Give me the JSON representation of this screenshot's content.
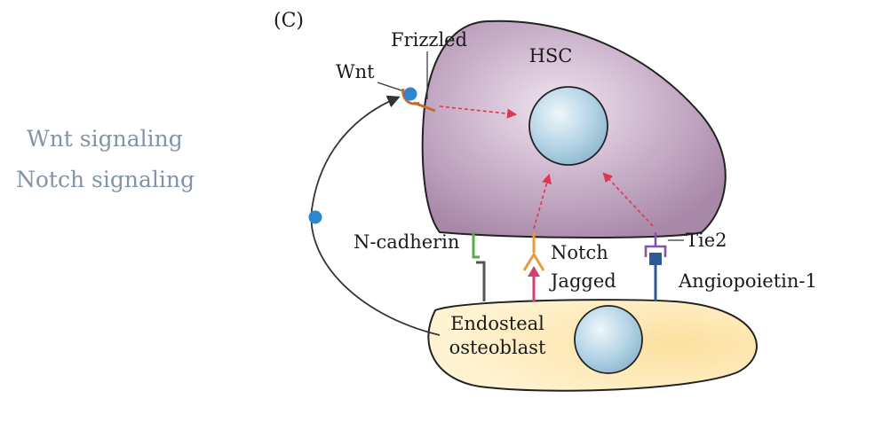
{
  "panel_label": "(C)",
  "side_labels": {
    "wnt_signaling": "Wnt signaling",
    "notch_signaling": "Notch signaling"
  },
  "cells": {
    "hsc": "HSC",
    "osteoblast_line1": "Endosteal",
    "osteoblast_line2": "osteoblast"
  },
  "molecules": {
    "frizzled": "Frizzled",
    "wnt": "Wnt",
    "n_cadherin": "N-cadherin",
    "notch": "Notch",
    "jagged": "Jagged",
    "tie2": "Tie2",
    "angiopoietin": "Angiopoietin-1"
  },
  "colors": {
    "hsc_fill": "#b79ab7",
    "hsc_edge": "#222222",
    "nucleus": "#a9ccdf",
    "osteoblast_fill": "#fbe6a8",
    "wnt_ligand": "#2f86d0",
    "frizzled_receptor": "#c9692a",
    "n_cadherin": "#5daa48",
    "notch_receptor": "#e89a3c",
    "jagged_ligand": "#d4406a",
    "tie2_receptor": "#7f56a8",
    "angiopoietin_ligand": "#2c5a95",
    "signal_arrow": "#e0364f",
    "side_label": "#8393a8"
  }
}
